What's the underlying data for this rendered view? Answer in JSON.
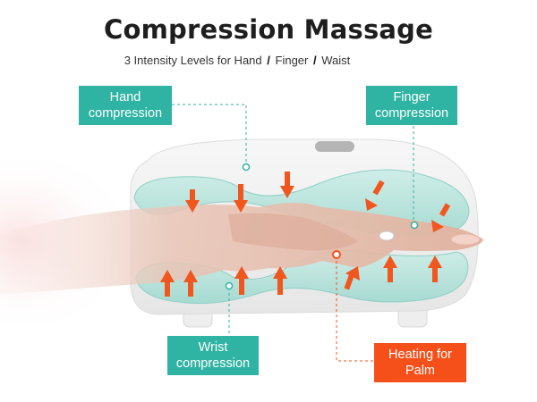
{
  "header": {
    "title": "Compression Massage",
    "subtitle_parts": [
      "3 Intensity Levels for Hand",
      "/",
      "Finger",
      "/",
      "Waist"
    ]
  },
  "callouts": {
    "hand": [
      "Hand",
      "compression"
    ],
    "finger": [
      "Finger",
      "compression"
    ],
    "wrist": [
      "Wrist",
      "compression"
    ],
    "heating": [
      "Heating for",
      "Palm"
    ]
  },
  "colors": {
    "teal": "#2fb3a3",
    "orange": "#f5501a",
    "arrow": "#f0561d",
    "title": "#1e1e1e"
  },
  "icons": {
    "pressure_arrow": "arrow-icon",
    "dot_marker": "circle-dot-icon"
  }
}
